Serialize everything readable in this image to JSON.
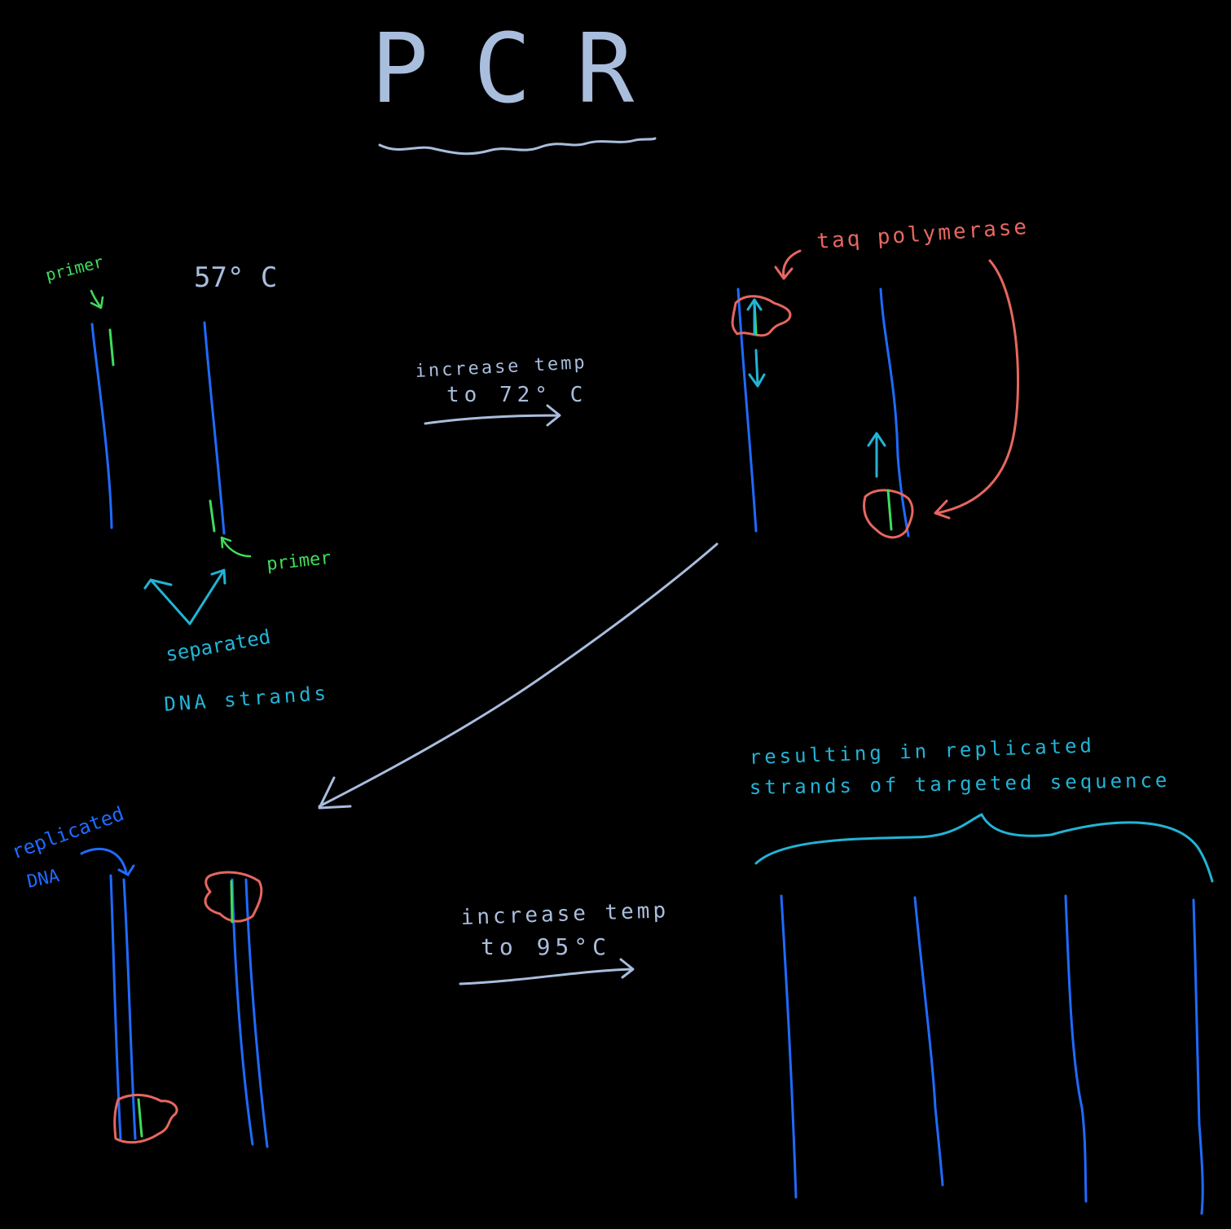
{
  "title": "PCR",
  "colors": {
    "background": "#000000",
    "title": "#a9bddd",
    "dna_strand": "#1f6bff",
    "primer": "#3fdc5c",
    "annotation_cyan": "#22b4d6",
    "polymerase": "#e6675f"
  },
  "step1": {
    "temperature": "57° C",
    "primer_label_top": "primer",
    "primer_label_bottom": "primer",
    "separated_label_line1": "separated",
    "separated_label_line2": "DNA strands"
  },
  "transition1": {
    "line1": "increase temp",
    "line2": "to 72° C"
  },
  "step2": {
    "polymerase_label": "taq polymerase"
  },
  "step3": {
    "replicated_label_line1": "replicated",
    "replicated_label_line2": "DNA"
  },
  "transition2": {
    "line1": "increase temp",
    "line2": "to 95°C"
  },
  "step4": {
    "result_line1": "resulting in replicated",
    "result_line2": "strands of targeted sequence"
  }
}
